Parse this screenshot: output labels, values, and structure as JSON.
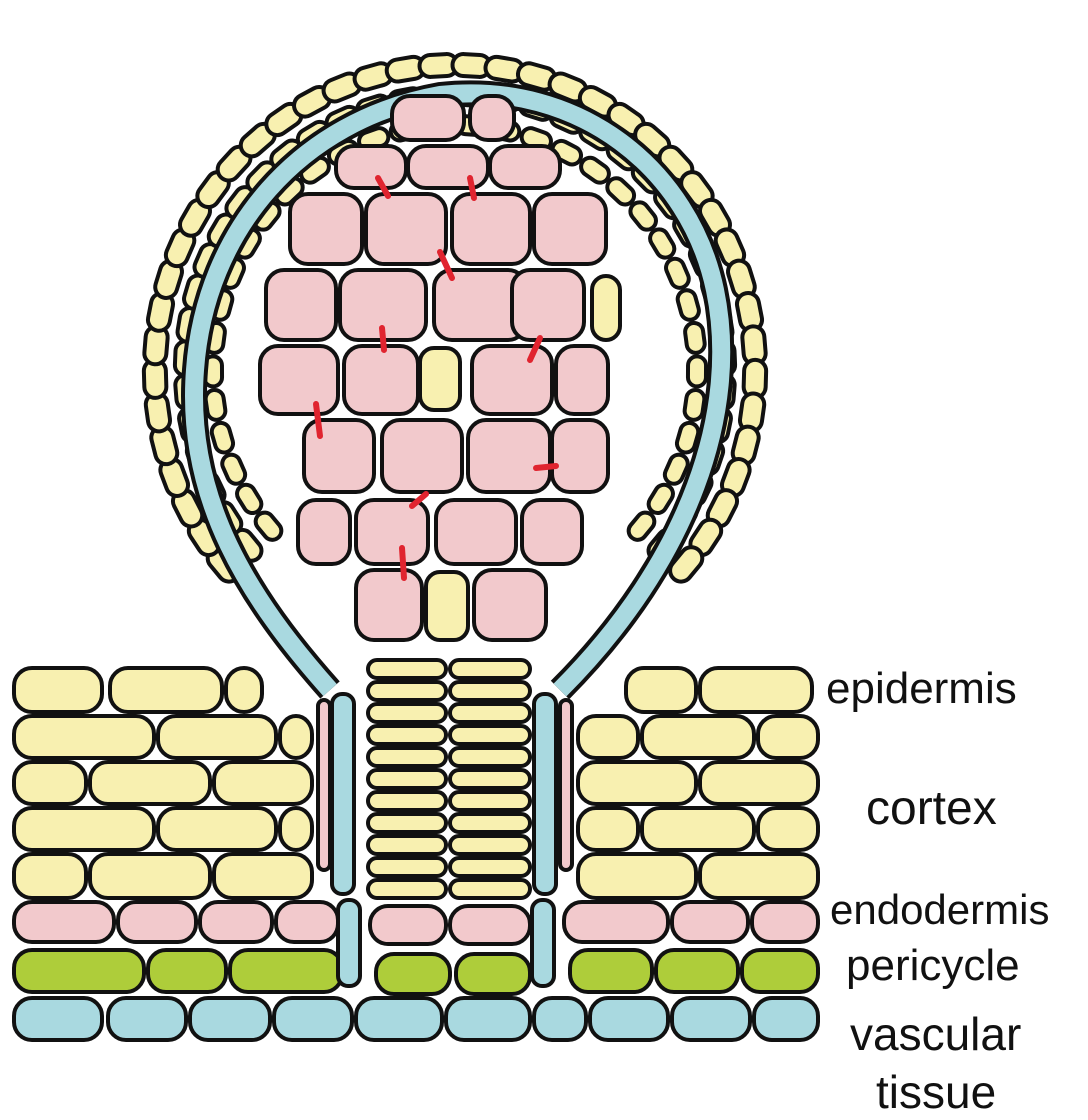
{
  "labels": {
    "epidermis": "epidermis",
    "cortex": "cortex",
    "endodermis": "endodermis",
    "pericycle": "pericycle",
    "vascular_line1": "vascular",
    "vascular_line2": "tissue"
  },
  "colors": {
    "epidermis_cortex": "#f8f0b0",
    "endodermis": "#f2c9cc",
    "pericycle": "#aecd3a",
    "vascular": "#a9d9e0",
    "anticlinal_walls": "#e0242f",
    "outline": "#111111"
  }
}
